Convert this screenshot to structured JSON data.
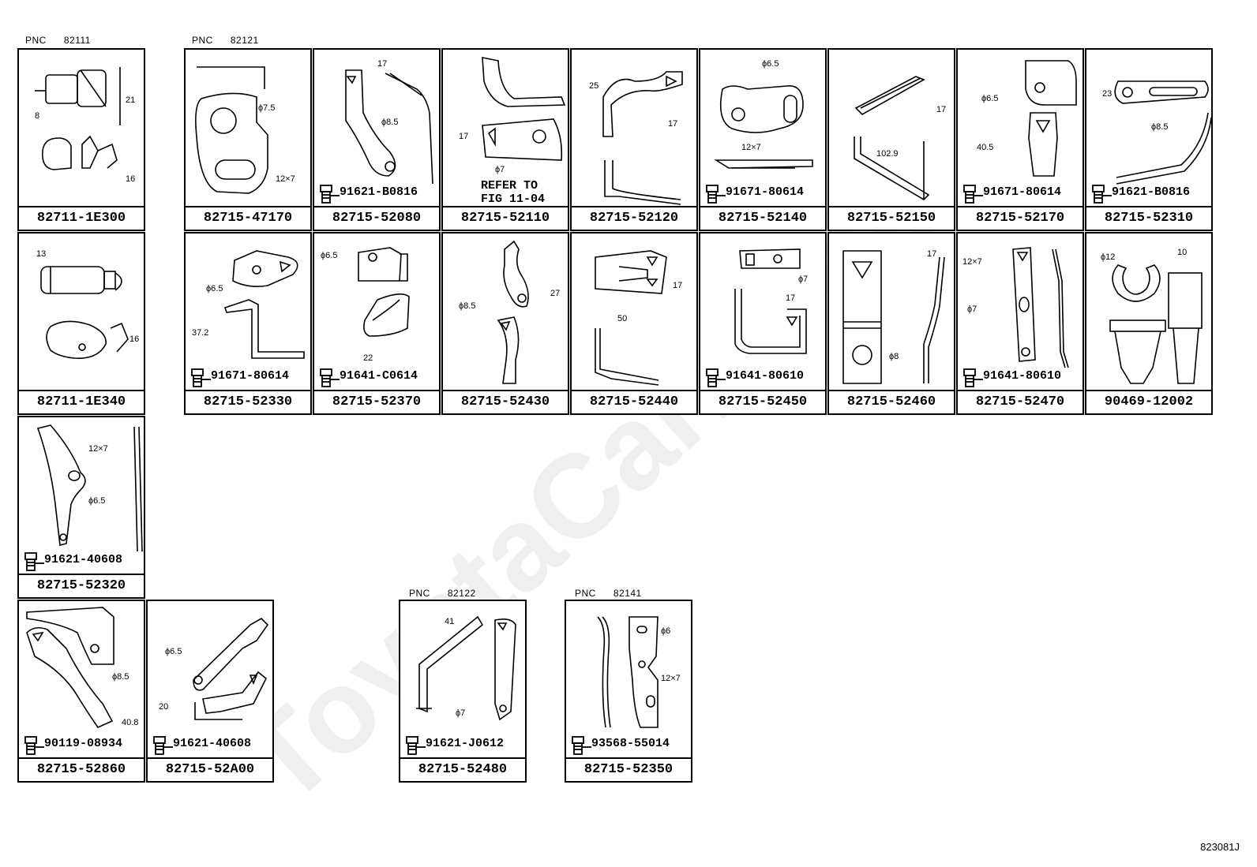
{
  "watermark": "ToyotaCarMedia",
  "footer_code": "823081J",
  "groups": [
    {
      "id": "g1",
      "label": "PNC",
      "number": "82111"
    },
    {
      "id": "g2",
      "label": "PNC",
      "number": "82121"
    },
    {
      "id": "g3",
      "label": "PNC",
      "number": "82122"
    },
    {
      "id": "g4",
      "label": "PNC",
      "number": "82141"
    }
  ],
  "cells": [
    {
      "part": "82711-1E300",
      "dims": [
        "8",
        "21",
        "16"
      ]
    },
    {
      "part": "82715-47170",
      "dims": [
        "ϕ7.5",
        "12×7"
      ]
    },
    {
      "part": "82715-52080",
      "bolt": "91621-B0816",
      "dims": [
        "17",
        "ϕ8.5"
      ]
    },
    {
      "part": "82715-52110",
      "note": [
        "REFER TO",
        "FIG 11-04"
      ],
      "dims": [
        "17",
        "ϕ7"
      ]
    },
    {
      "part": "82715-52120",
      "dims": [
        "25",
        "17"
      ]
    },
    {
      "part": "82715-52140",
      "bolt": "91671-80614",
      "dims": [
        "ϕ6.5",
        "12×7"
      ]
    },
    {
      "part": "82715-52150",
      "dims": [
        "17",
        "102.9"
      ]
    },
    {
      "part": "82715-52170",
      "bolt": "91671-80614",
      "dims": [
        "ϕ6.5",
        "40.5"
      ]
    },
    {
      "part": "82715-52310",
      "bolt": "91621-B0816",
      "dims": [
        "23",
        "ϕ8.5"
      ]
    },
    {
      "part": "82711-1E340",
      "dims": [
        "13",
        "16"
      ]
    },
    {
      "part": "82715-52330",
      "bolt": "91671-80614",
      "dims": [
        "ϕ6.5",
        "37.2"
      ]
    },
    {
      "part": "82715-52370",
      "bolt": "91641-C0614",
      "dims": [
        "ϕ6.5",
        "22"
      ]
    },
    {
      "part": "82715-52430",
      "dims": [
        "27",
        "ϕ8.5"
      ]
    },
    {
      "part": "82715-52440",
      "dims": [
        "17",
        "50"
      ]
    },
    {
      "part": "82715-52450",
      "bolt": "91641-80610",
      "dims": [
        "ϕ7",
        "17"
      ]
    },
    {
      "part": "82715-52460",
      "dims": [
        "17",
        "ϕ8"
      ]
    },
    {
      "part": "82715-52470",
      "bolt": "91641-80610",
      "dims": [
        "12×7",
        "ϕ7"
      ]
    },
    {
      "part": "90469-12002",
      "dims": [
        "ϕ12",
        "10"
      ]
    },
    {
      "part": "82715-52320",
      "bolt": "91621-40608",
      "dims": [
        "12×7",
        "ϕ6.5"
      ]
    },
    {
      "part": "82715-52860",
      "bolt": "90119-08934",
      "dims": [
        "ϕ8.5",
        "40.8"
      ]
    },
    {
      "part": "82715-52A00",
      "bolt": "91621-40608",
      "dims": [
        "ϕ6.5",
        "20"
      ]
    },
    {
      "part": "82715-52480",
      "bolt": "91621-J0612",
      "dims": [
        "41",
        "ϕ7"
      ]
    },
    {
      "part": "82715-52350",
      "bolt": "93568-55014",
      "dims": [
        "ϕ6",
        "12×7"
      ]
    }
  ]
}
